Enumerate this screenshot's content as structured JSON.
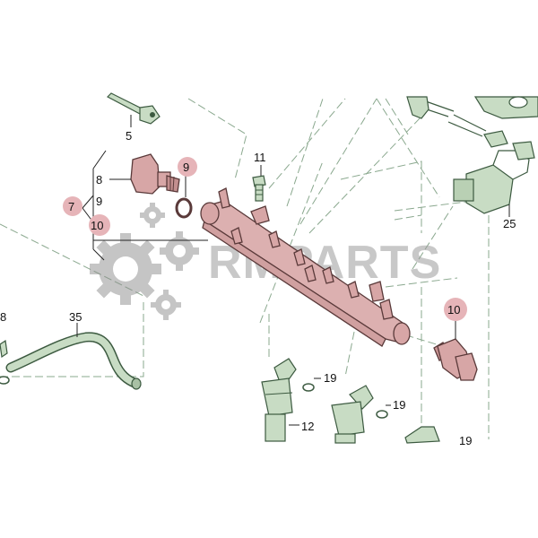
{
  "watermark": {
    "text": "RMPARTS"
  },
  "callouts": {
    "c5": "5",
    "c8": "8",
    "c9a": "9",
    "c7": "7",
    "c9b": "9",
    "c10a": "10",
    "c11": "11",
    "c25": "25",
    "c8b": "8",
    "c35": "35",
    "c10b": "10",
    "c19a": "19",
    "c12": "12",
    "c19b": "19",
    "c19c": "19"
  },
  "colors": {
    "highlight_part": "#d7a6a6",
    "highlight_circle": "#e6b4b8",
    "other_part": "#c8dcc4",
    "dash_line": "#8aa88e"
  }
}
